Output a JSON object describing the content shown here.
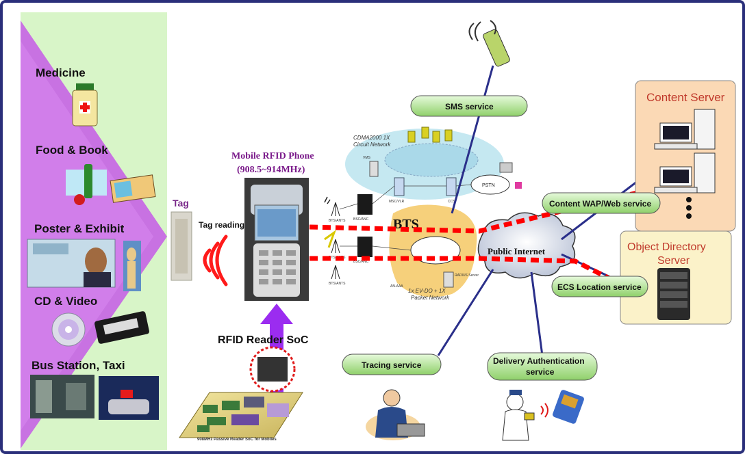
{
  "domain_categories": {
    "medicine": "Medicine",
    "food_book": "Food & Book",
    "poster": "Poster & Exhibit",
    "cd_video": "CD & Video",
    "bus_taxi": "Bus Station, Taxi"
  },
  "tag": {
    "label": "Tag",
    "reading": "Tag reading"
  },
  "phone": {
    "title_line1": "Mobile RFID Phone",
    "title_line2": "(908.5~914MHz)"
  },
  "reader": {
    "label": "RFID Reader SoC",
    "board_caption": "908MHz Passive Reader SoC for Mobiles"
  },
  "network": {
    "bts": "BTS",
    "public_internet": "Public Internet",
    "cdma_line1": "CDMA2000 1X",
    "cdma_line2": "Circuit Network",
    "evdo_line1": "1x EV-DO + 1X",
    "evdo_line2": "Packet Network",
    "pstn": "PSTN",
    "bts_ants_1": "BTS/ANTS",
    "bts_ants_2": "BTS/ANTS",
    "bts_ants_3": "BTS/ANTS",
    "bsc_1": "BSC/ANC",
    "bsc_2": "BSC/ANC",
    "msc": "MSC/VLR",
    "ccs": "CCS",
    "an_aaa": "AN-AAA",
    "radius": "RADIUS Server",
    "vms": "VMS"
  },
  "services": {
    "sms": "SMS service",
    "wap": "Content WAP/Web service",
    "ecs": "ECS Location service",
    "tracing": "Tracing service",
    "delivery_line1": "Delivery Authentication",
    "delivery_line2": "service"
  },
  "servers": {
    "content": "Content Server",
    "object_dir_line1": "Object Directory",
    "object_dir_line2": "Server"
  },
  "colors": {
    "frame": "#2a2f7a",
    "green_panel": "#d8f5c8",
    "purple_arrow": "#b04fe0",
    "service_pill": "#a8e08a",
    "content_box": "#fbd9b5",
    "object_box": "#fbf2c9",
    "dashed_red": "#ff0000",
    "link_line": "#2a2f8a"
  }
}
